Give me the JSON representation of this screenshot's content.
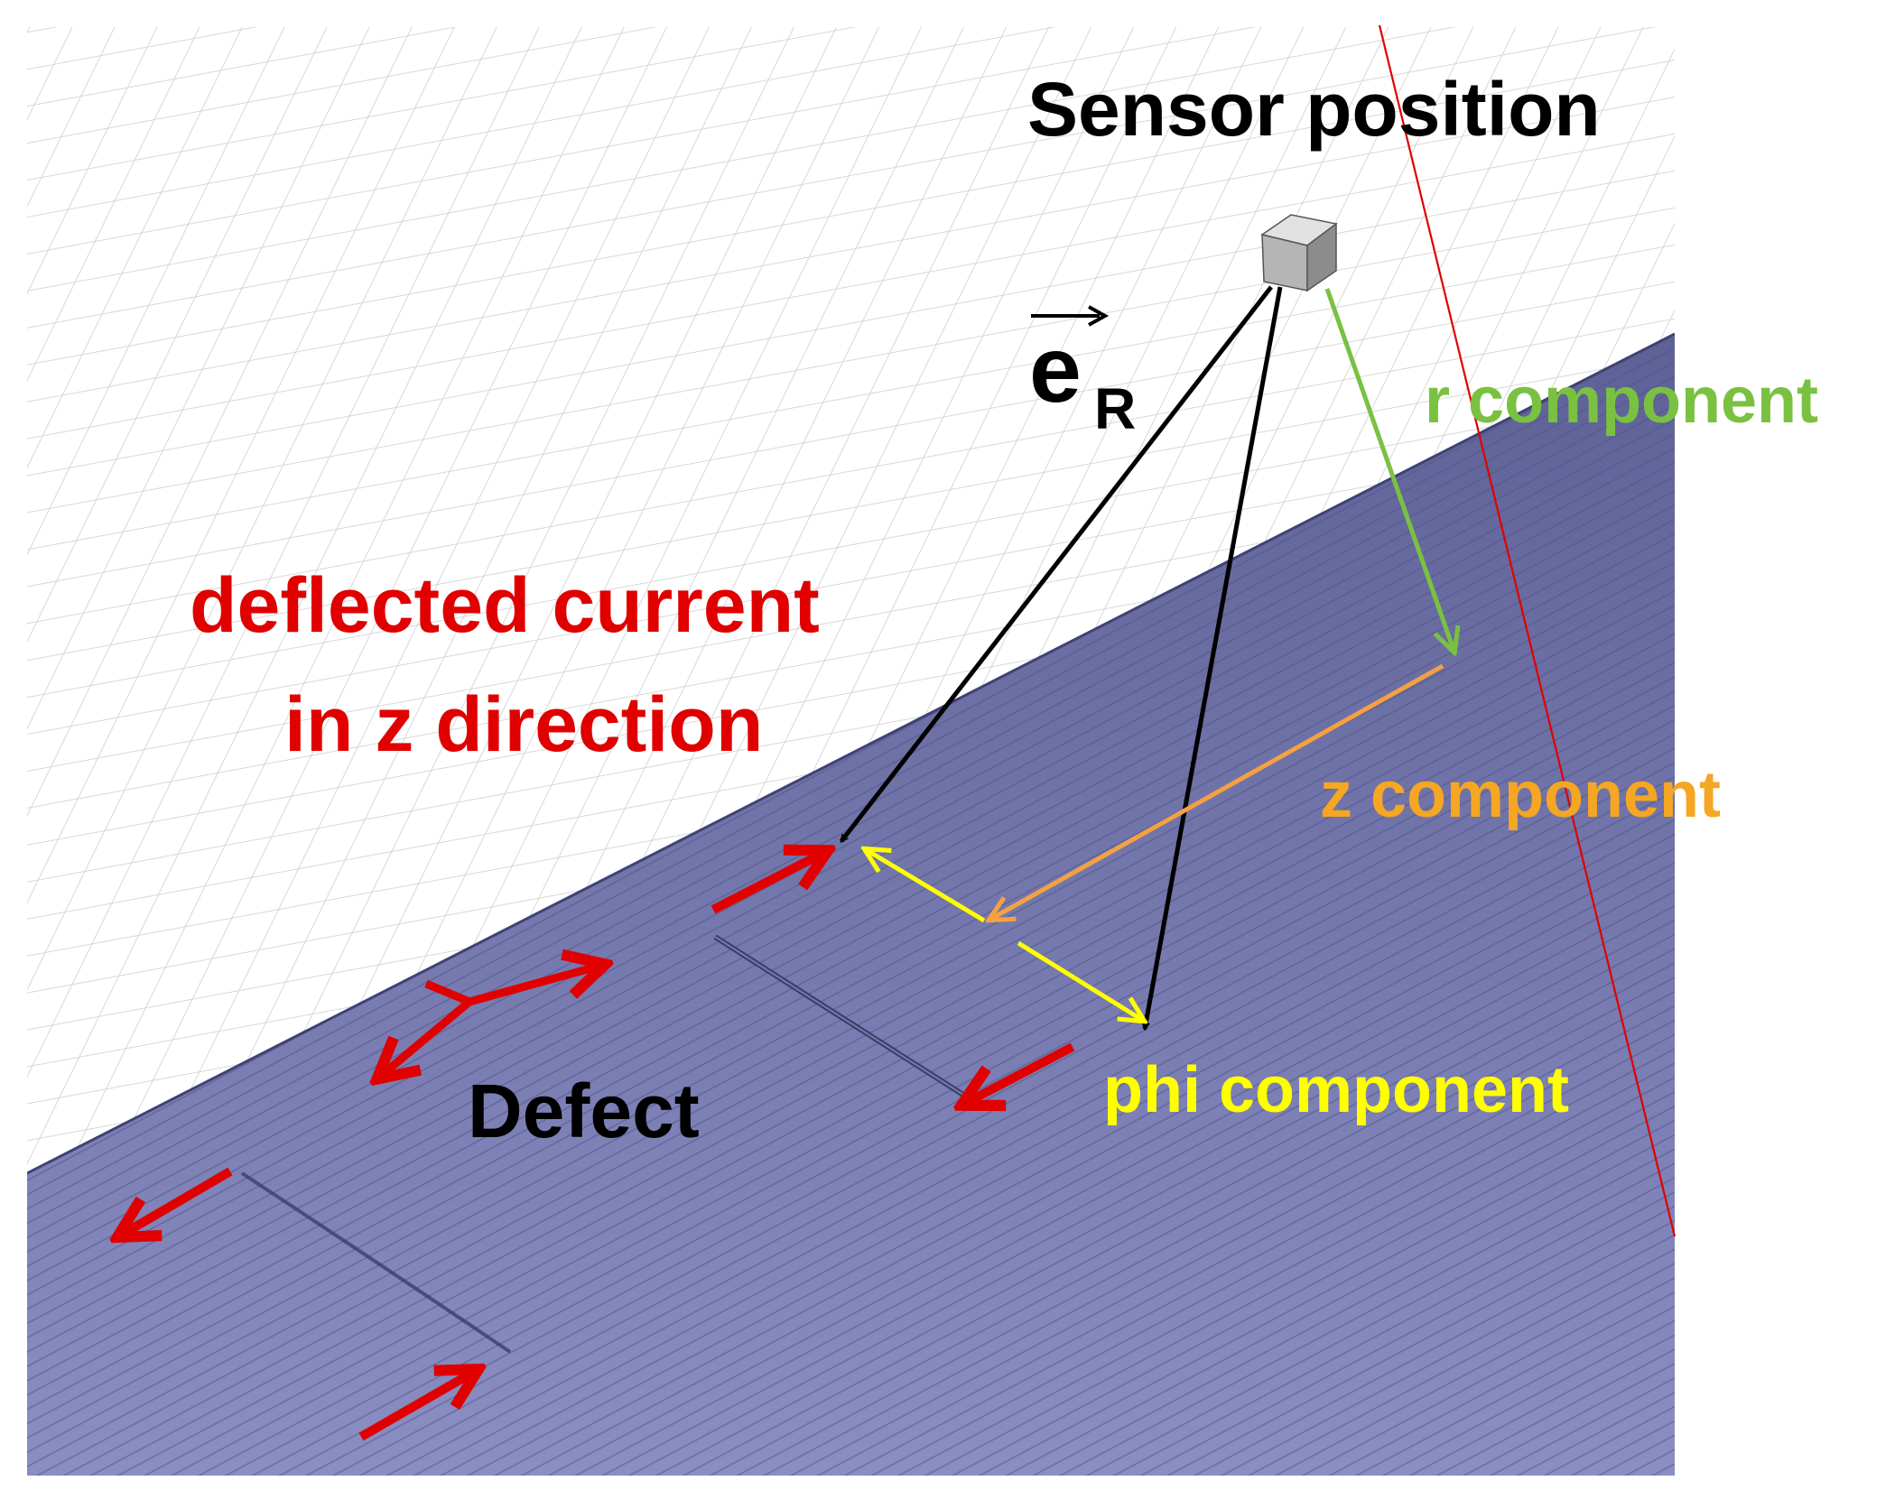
{
  "labels": {
    "sensor_position": "Sensor position",
    "unit_vector_letter": "e",
    "unit_vector_subscript": "R",
    "deflected_line1": "deflected current",
    "deflected_line2": "in z direction",
    "defect": "Defect",
    "r_component": "r component",
    "z_component": "z component",
    "phi_component": "phi component"
  },
  "colors": {
    "background_grid": "#cfcfcf",
    "surface": "#6f73a6",
    "surface_light": "#8a8ec0",
    "current_arrow": "#e00000",
    "vector_arrow": "#000000",
    "r_component": "#7ac142",
    "z_component": "#f5a142",
    "phi_component": "#ffff00",
    "guide_line": "#e00000",
    "sensor_cube": "#a9a9a9"
  }
}
